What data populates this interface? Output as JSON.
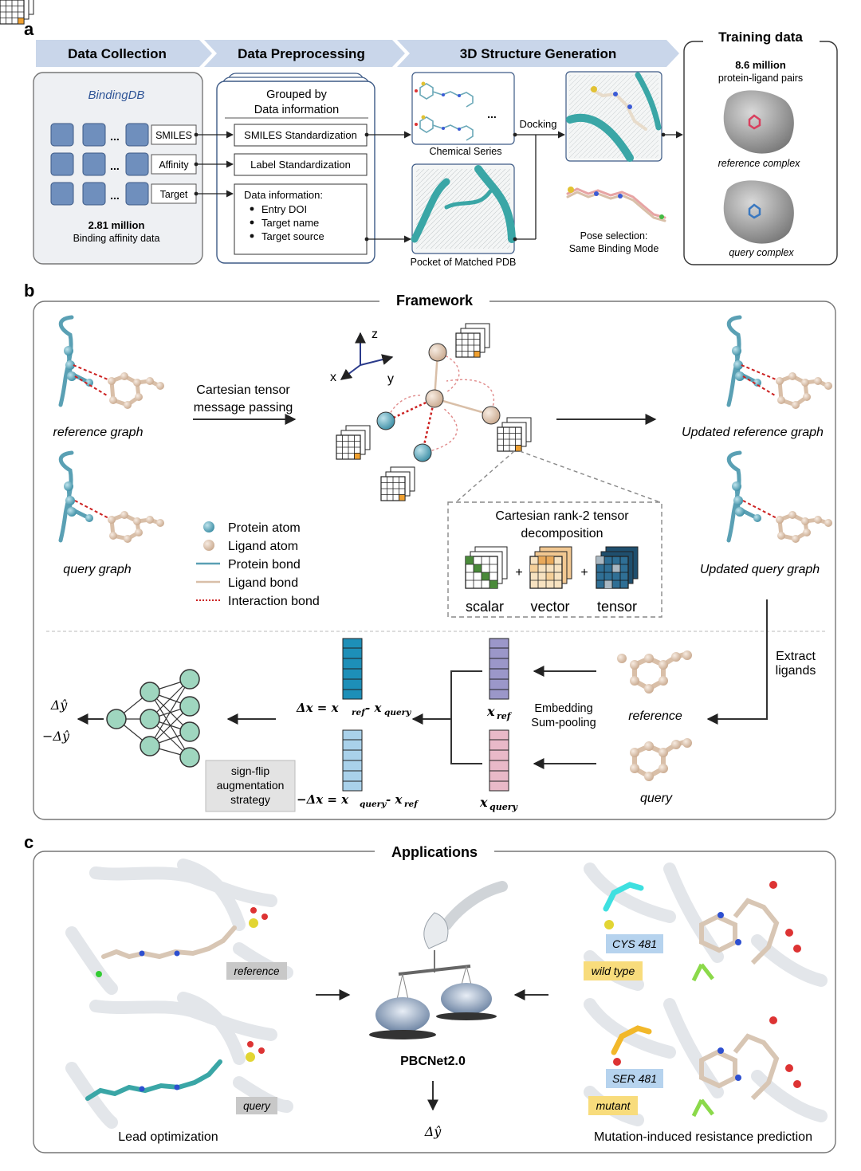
{
  "panel_a": {
    "label": "a",
    "stages": [
      "Data Collection",
      "Data Preprocessing",
      "3D Structure Generation"
    ],
    "training_title": "Training data",
    "db_name": "BindingDB",
    "ellipsis": "...",
    "fields": [
      "SMILES",
      "Affinity",
      "Target"
    ],
    "bindingdb_count": "2.81 million",
    "bindingdb_desc": "Binding affinity data",
    "grouped_by": "Grouped by",
    "data_information": "Data information",
    "smiles_std": "SMILES Standardization",
    "label_std": "Label Standardization",
    "data_info_title": "Data information:",
    "data_info_items": [
      "Entry DOI",
      "Target name",
      "Target source"
    ],
    "chemical_series": "Chemical Series",
    "pocket_label": "Pocket of Matched PDB",
    "docking": "Docking",
    "pose_selection_1": "Pose selection:",
    "pose_selection_2": "Same Binding Mode",
    "pairs_count": "8.6 million",
    "pairs_desc": "protein-ligand pairs",
    "reference_complex": "reference complex",
    "query_complex": "query complex"
  },
  "panel_b": {
    "label": "b",
    "title": "Framework",
    "reference_graph": "reference graph",
    "query_graph": "query graph",
    "mp_line1": "Cartesian tensor",
    "mp_line2": "message passing",
    "axes": [
      "z",
      "x",
      "y"
    ],
    "updated_reference": "Updated reference graph",
    "updated_query": "Updated query graph",
    "legend": [
      "Protein atom",
      "Ligand atom",
      "Protein bond",
      "Ligand bond",
      "Interaction bond"
    ],
    "decomp_line1": "Cartesian rank-2  tensor",
    "decomp_line2": "decomposition",
    "plus": "+",
    "decomp_parts": [
      "scalar",
      "vector",
      "tensor"
    ],
    "extract_1": "Extract",
    "extract_2": "ligands",
    "reference": "reference",
    "query": "query",
    "embed_1": "Embedding",
    "embed_2": "Sum-pooling",
    "x_ref": "x",
    "x_ref_sub": "ref",
    "x_query": "x",
    "x_query_sub": "query",
    "delta_pos": "Δx = x",
    "delta_pos_a": "ref",
    "delta_pos_mid": "- x",
    "delta_pos_b": "query",
    "delta_neg": "−Δx = x",
    "delta_neg_a": "query",
    "delta_neg_mid": "- x",
    "delta_neg_b": "ref",
    "signflip": [
      "sign-flip",
      "augmentation",
      "strategy"
    ],
    "out_pos": "Δŷ",
    "out_neg": "−Δŷ"
  },
  "panel_c": {
    "label": "c",
    "title": "Applications",
    "reference_tag": "reference",
    "query_tag": "query",
    "lead_opt": "Lead optimization",
    "model_name": "PBCNet2.0",
    "output": "Δŷ",
    "cys": "CYS 481",
    "wild_type": "wild type",
    "ser": "SER 481",
    "mutant": "mutant",
    "mutation": "Mutation-induced resistance prediction"
  },
  "colors": {
    "stage_banner": "#c9d6ea",
    "db_tile": "#6f8fbd",
    "protein": "#5aa0b4",
    "ligand": "#d9bfa8",
    "interaction": "#cc2222",
    "teal": "#3aa6a6",
    "x_ref_bar": "#9b97c9",
    "x_query_bar": "#e9b9c8",
    "delta_pos_bar": "#1d8fb8",
    "delta_neg_bar": "#a9d1ea",
    "mlp_node": "#9fd6bf"
  }
}
